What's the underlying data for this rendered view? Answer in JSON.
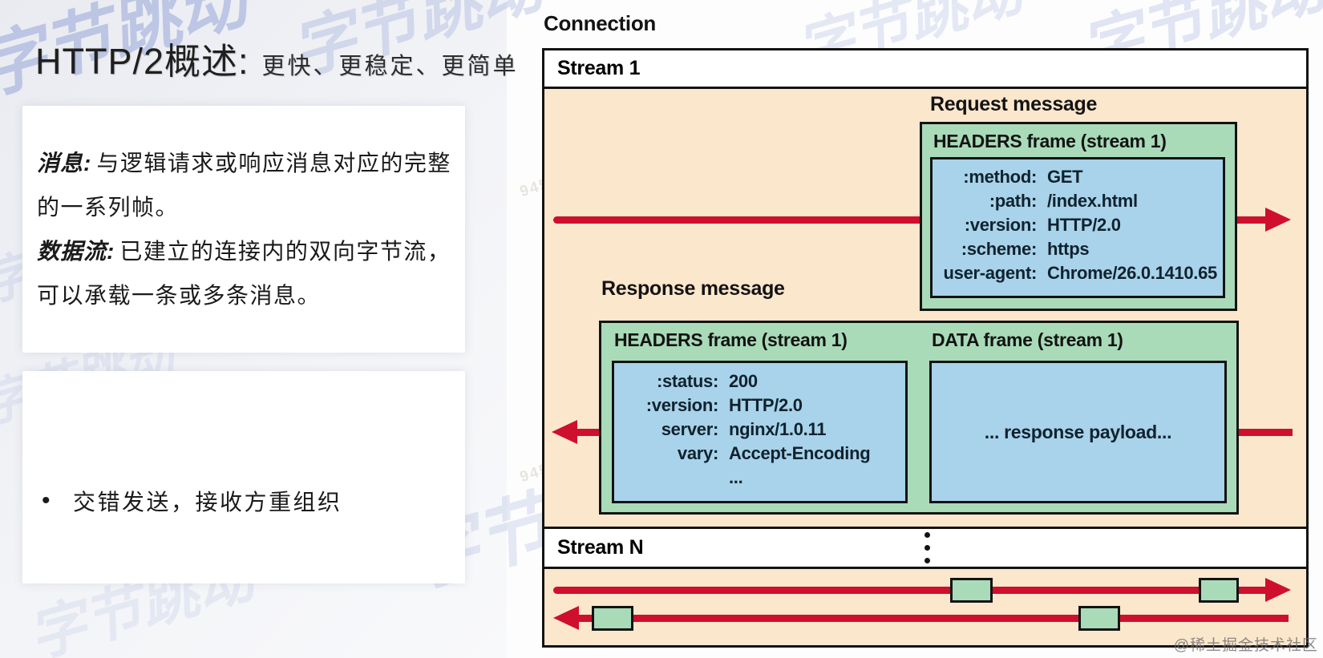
{
  "page": {
    "watermark_logo": "字节跳动",
    "watermark_id": "9452",
    "attribution": "@稀土掘金技术社区"
  },
  "left_panel": {
    "title_main": "HTTP/2概述:",
    "title_sub": "更快、更稳定、更简单",
    "bullet_glyph": "•",
    "box1": [
      {
        "term": "消息:",
        "text": "与逻辑请求或响应消息对应的完整的一系列帧。"
      },
      {
        "term": "数据流:",
        "text": "已建立的连接内的双向字节流，可以承载一条或多条消息。"
      }
    ],
    "box2_bullet": "交错发送，接收方重组织"
  },
  "diagram": {
    "connection_label": "Connection",
    "stream1_label": "Stream 1",
    "streamN_label": "Stream N",
    "request": {
      "label": "Request message",
      "frame_title": "HEADERS frame (stream 1)",
      "headers": [
        {
          "key": ":method:",
          "value": "GET"
        },
        {
          "key": ":path:",
          "value": "/index.html"
        },
        {
          "key": ":version:",
          "value": "HTTP/2.0"
        },
        {
          "key": ":scheme:",
          "value": "https"
        },
        {
          "key": "user-agent:",
          "value": "Chrome/26.0.1410.65"
        }
      ]
    },
    "response": {
      "label": "Response message",
      "headers_frame_title": "HEADERS frame (stream 1)",
      "data_frame_title": "DATA frame (stream 1)",
      "headers": [
        {
          "key": ":status:",
          "value": "200"
        },
        {
          "key": ":version:",
          "value": "HTTP/2.0"
        },
        {
          "key": "server:",
          "value": "nginx/1.0.11"
        },
        {
          "key": "vary:",
          "value": "Accept-Encoding"
        },
        {
          "key": "",
          "value": "..."
        }
      ],
      "data_payload": "... response payload..."
    },
    "colors": {
      "peach": "#fbe7cc",
      "green": "#a9dbb9",
      "blue": "#a8d3ea",
      "red": "#ce0f2e",
      "border": "#131313"
    }
  }
}
